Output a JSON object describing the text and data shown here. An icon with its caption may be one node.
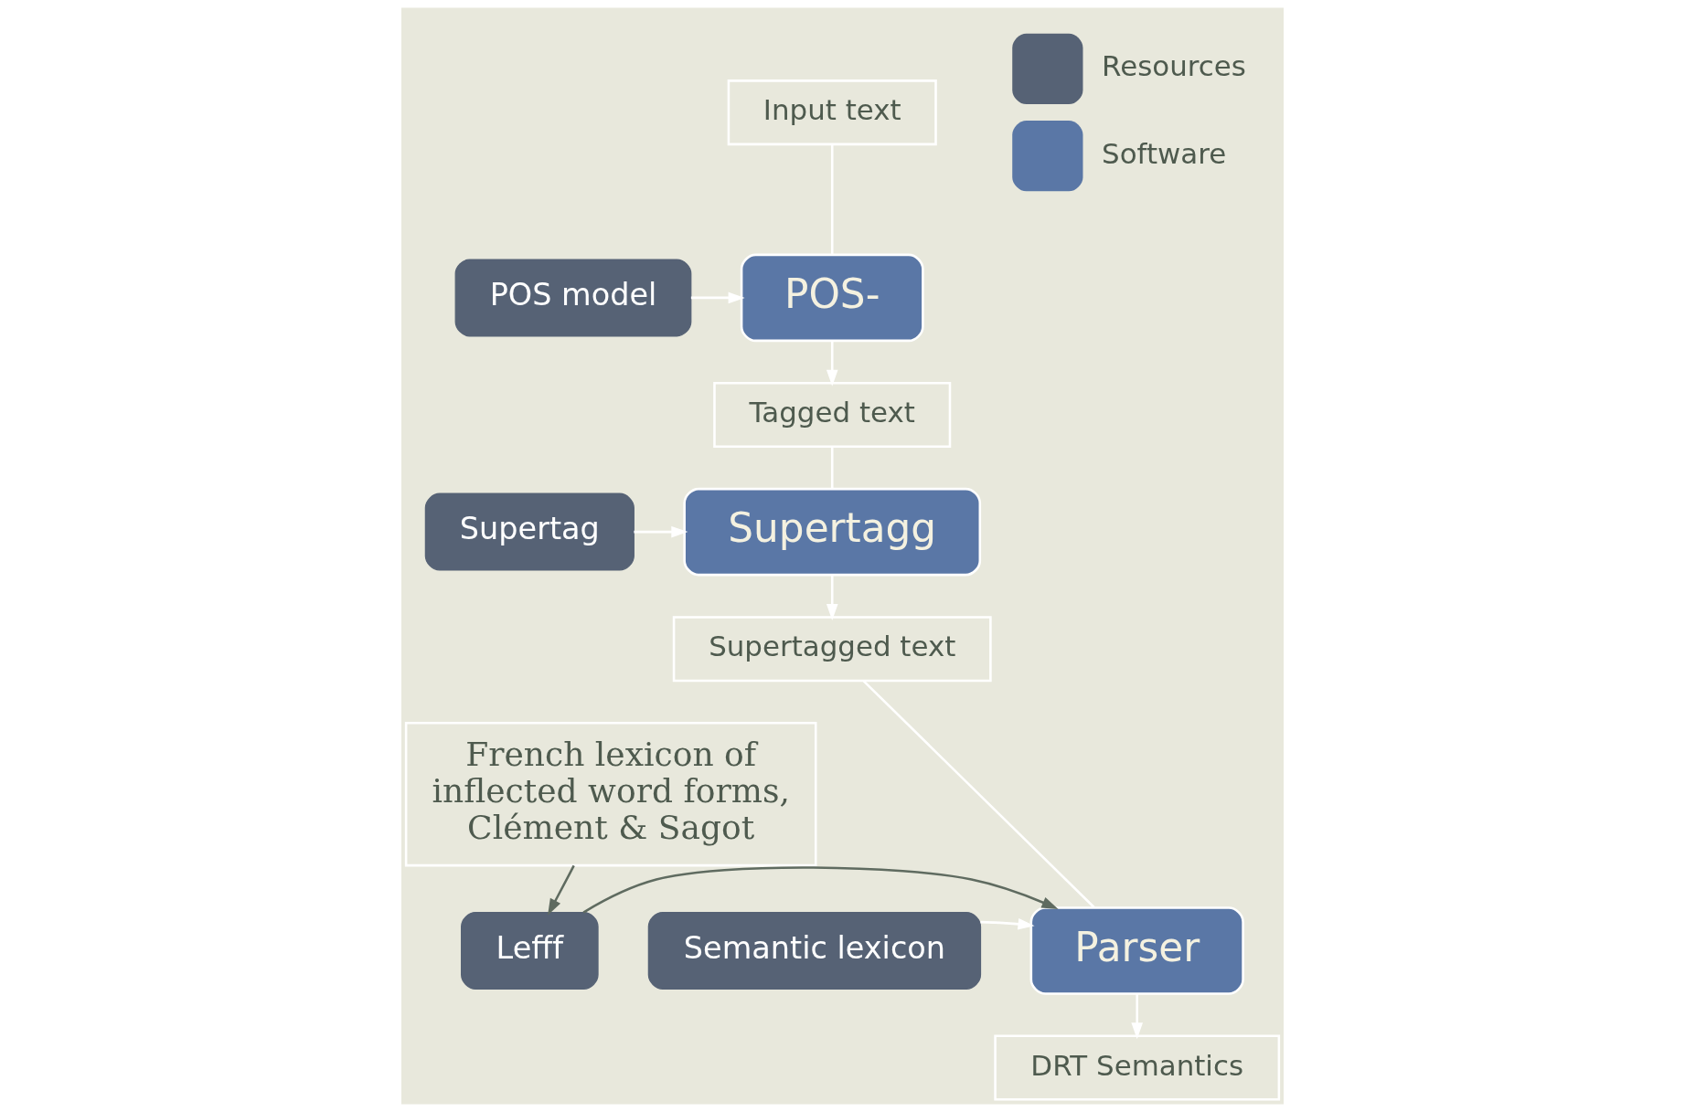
{
  "diagram": {
    "nodes": [
      {
        "text": [
          "Input text"
        ]
      },
      {
        "text": [
          "POS model"
        ]
      },
      {
        "text": [
          "POS-"
        ]
      },
      {
        "text": [
          "Tagged text"
        ]
      },
      {
        "text": [
          "Supertag"
        ]
      },
      {
        "text": [
          "Supertagg"
        ]
      },
      {
        "text": [
          "French lexicon of inflected word forms, Clément & Sagot"
        ]
      },
      {
        "text": [
          "Supertagged text"
        ]
      },
      {
        "text": [
          "Semantic lexicon"
        ]
      },
      {
        "text": [
          "Parser"
        ]
      },
      {
        "text": [
          "Lefff"
        ]
      },
      {
        "text": [
          "DRT Semantics"
        ]
      }
    ],
    "edges": [
      {
        "from": 0,
        "to": 2,
        "arrow": "none"
      },
      {
        "from": 1,
        "to": 2,
        "arrow": "to"
      },
      {
        "from": 2,
        "to": 3,
        "arrow": "to"
      },
      {
        "from": 3,
        "to": 5,
        "arrow": "none"
      },
      {
        "from": 4,
        "to": 5,
        "arrow": "to"
      },
      {
        "from": 5,
        "to": 7,
        "arrow": "to"
      },
      {
        "from": 7,
        "to": 9,
        "arrow": "none"
      },
      {
        "from": 8,
        "to": 9,
        "arrow": "to"
      },
      {
        "from": 10,
        "to": 9,
        "arrow": "to",
        "color": "#5f6b60"
      },
      {
        "from": 6,
        "to": 10,
        "arrow": "to",
        "color": "#5f6b60"
      },
      {
        "from": 9,
        "to": 11,
        "arrow": "to"
      }
    ],
    "legend": [
      {
        "text": "Resources",
        "color": "#566275"
      },
      {
        "text": "Software",
        "color": "#5a77a6"
      }
    ]
  }
}
